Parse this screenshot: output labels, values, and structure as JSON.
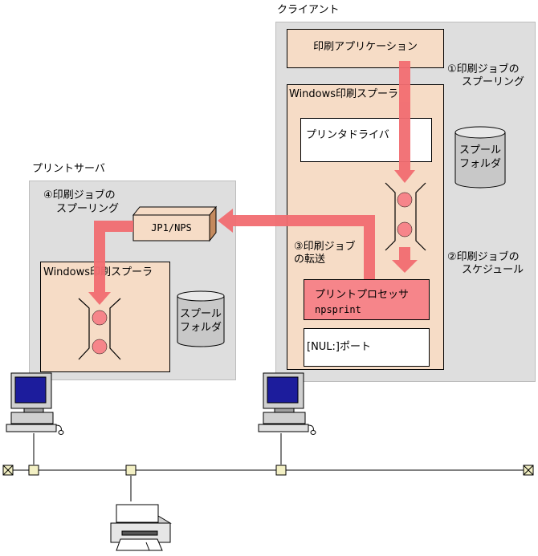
{
  "client": {
    "title": "クライアント",
    "app_label": "印刷アプリケーション",
    "spooler_title": "Windows印刷スプーラ",
    "driver_label": "プリンタドライバ",
    "spool_folder": [
      "スプール",
      "フォルダ"
    ],
    "processor_label": "プリントプロセッサ",
    "processor_sub": "npsprint",
    "port_label": "[NUL:]ポート"
  },
  "server": {
    "title": "プリントサーバ",
    "jp1_label": "JP1/NPS",
    "spooler_title": "Windows印刷スプーラ",
    "spool_folder": [
      "スプール",
      "フォルダ"
    ]
  },
  "steps": {
    "s1": [
      "①印刷ジョブの",
      "スプーリング"
    ],
    "s2": [
      "②印刷ジョブの",
      "スケジュール"
    ],
    "s3": [
      "③印刷ジョブ",
      "の転送"
    ],
    "s4": [
      "④印刷ジョブの",
      "スプーリング"
    ]
  },
  "colors": {
    "arrow": "#f26d71",
    "area": "#dedede",
    "spooler": "#f6dcc6",
    "processor": "#f6858a"
  }
}
